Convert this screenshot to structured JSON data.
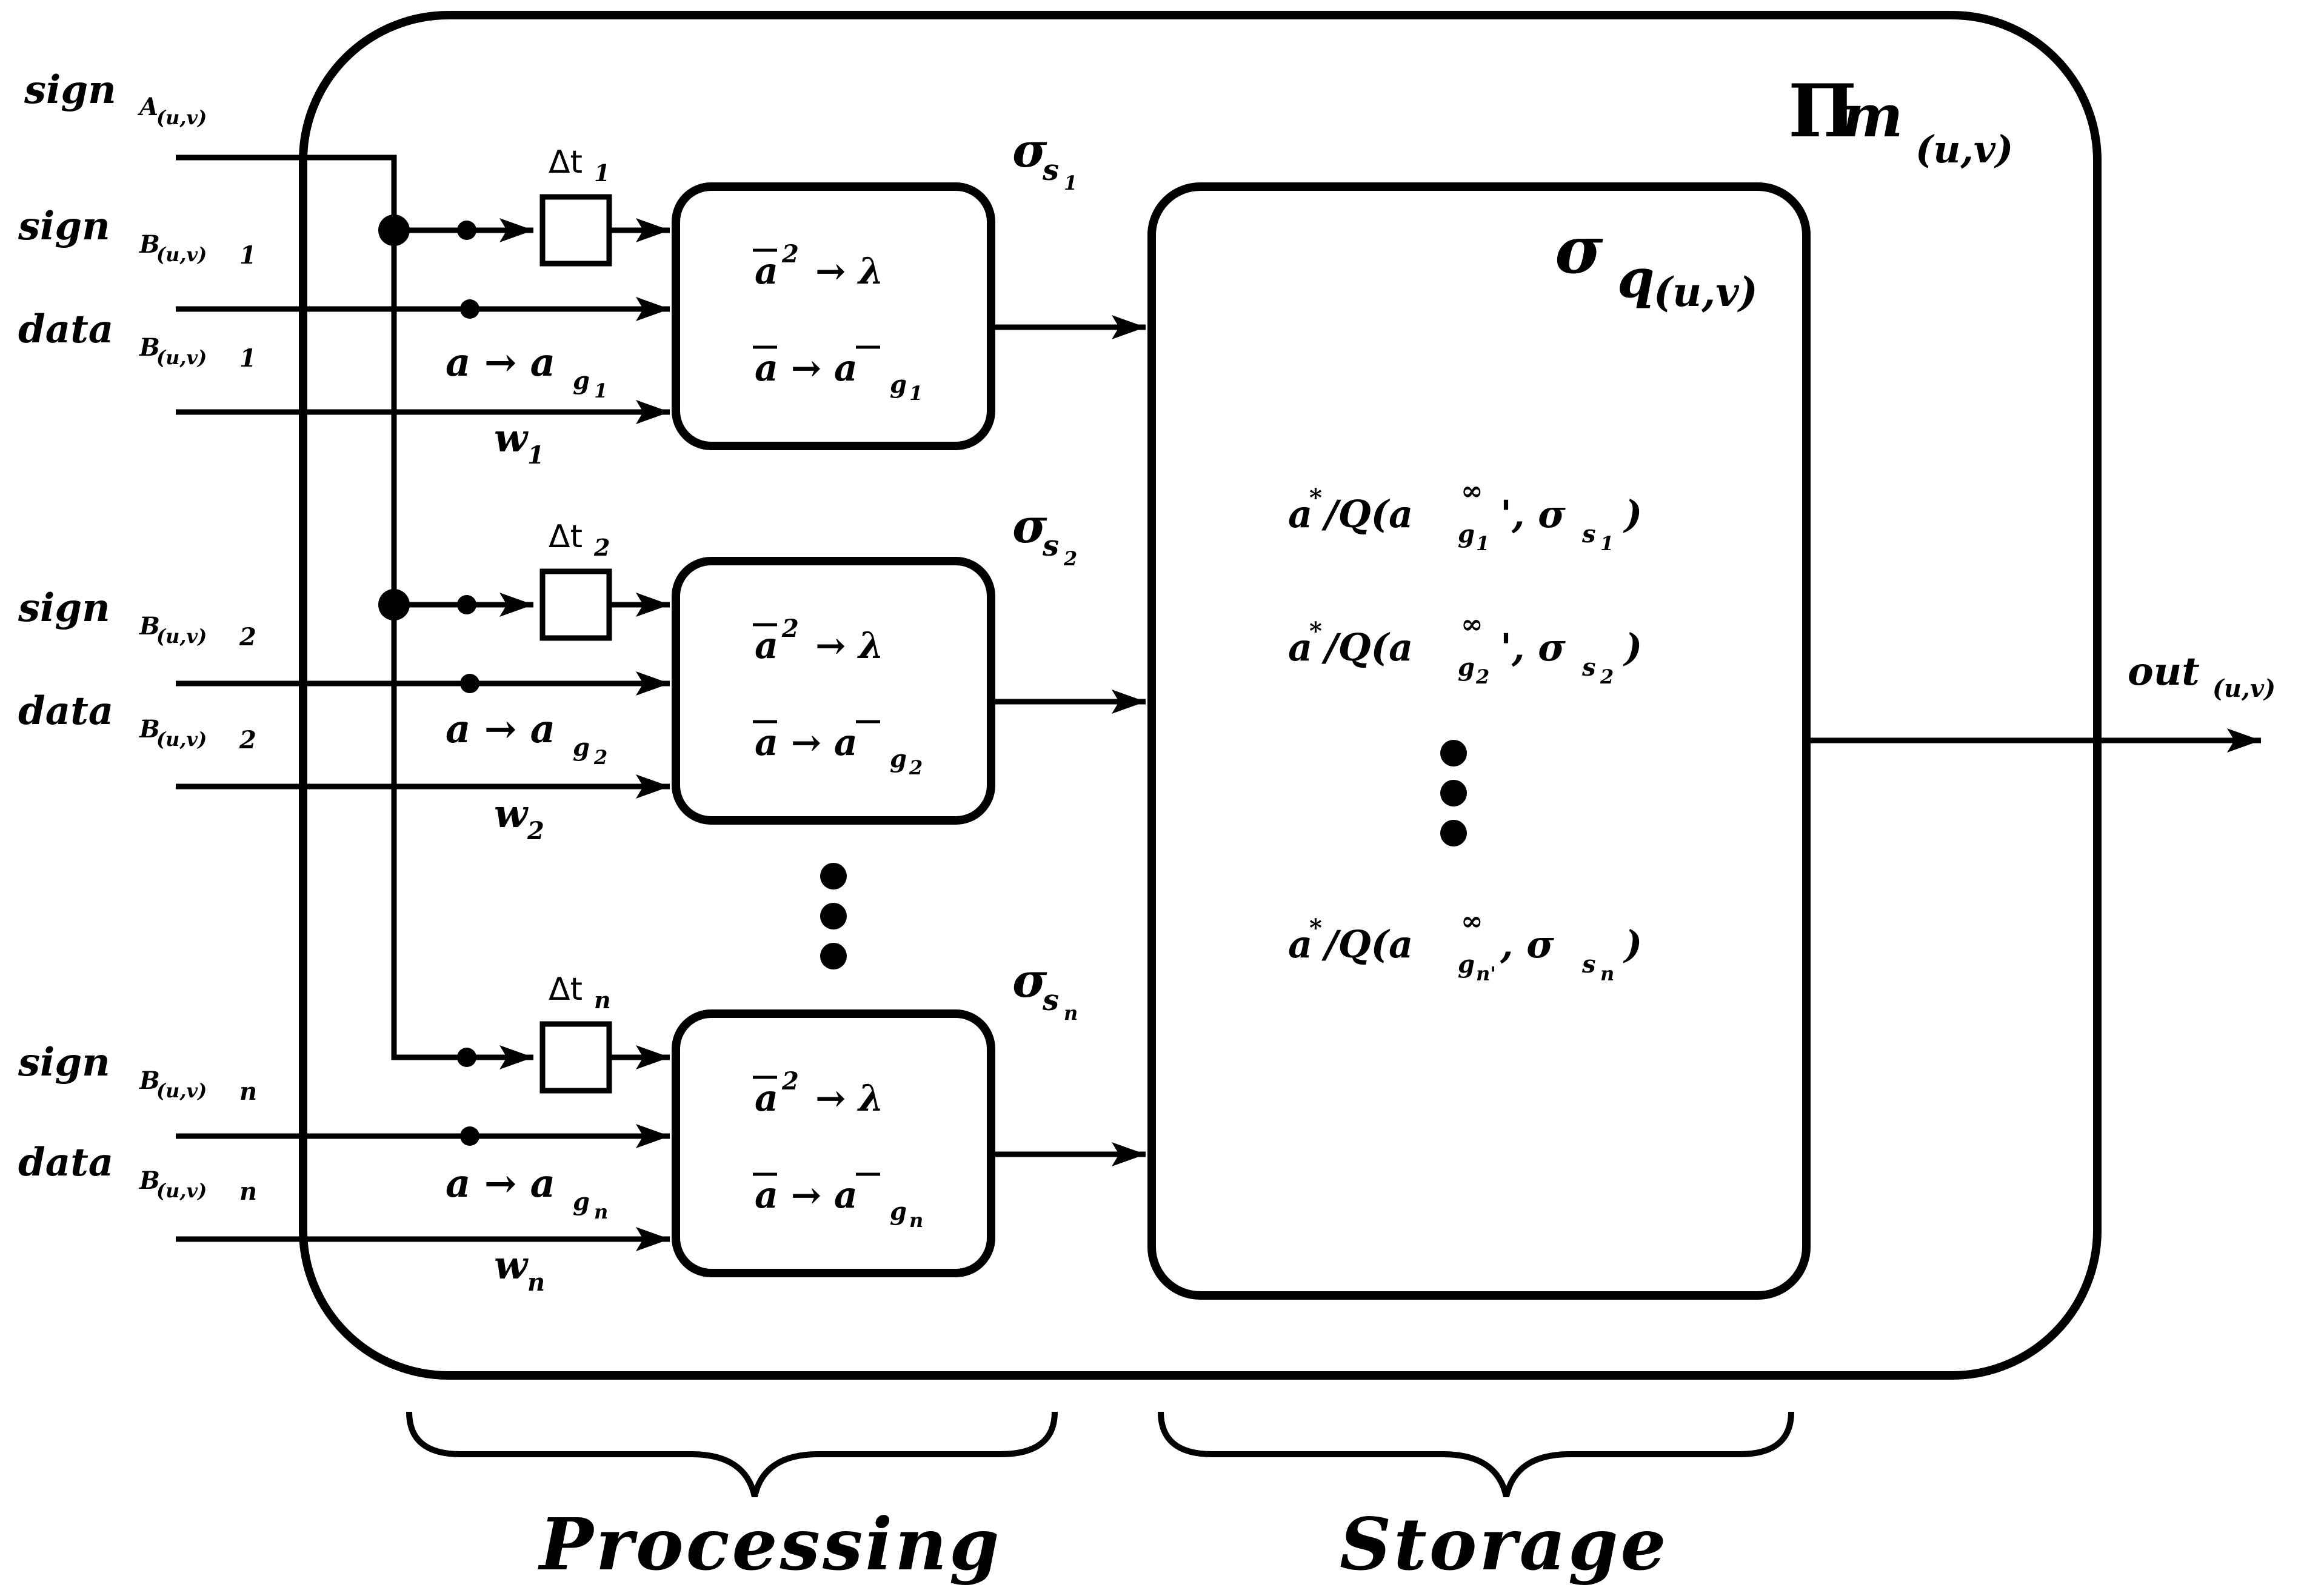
{
  "module": {
    "pi_symbol": "Π",
    "pi_var": "m",
    "pi_sub": "(u,v)"
  },
  "inputs": {
    "signA": {
      "base": "sign",
      "sub": "A",
      "subsub": "(u,v)"
    },
    "ch1": {
      "sign": {
        "base": "sign",
        "sub": "B",
        "subsub": "(u,v)",
        "idx": "1"
      },
      "data": {
        "base": "data",
        "sub": "B",
        "subsub": "(u,v)",
        "idx": "1"
      },
      "map": {
        "text": "a → a",
        "sub": "g",
        "idx": "1"
      },
      "weight": {
        "base": "w",
        "sub": "1"
      },
      "delay": {
        "base": "Δt",
        "sub": "1"
      },
      "sigma": {
        "base": "σ",
        "sub": "s",
        "idx": "1"
      },
      "eq1": {
        "text": "a",
        "sup": "2",
        "rest": "→ λ"
      },
      "eq2": {
        "text": "a → a",
        "sub": "g",
        "idx": "1"
      }
    },
    "ch2": {
      "sign": {
        "base": "sign",
        "sub": "B",
        "subsub": "(u,v)",
        "idx": "2"
      },
      "data": {
        "base": "data",
        "sub": "B",
        "subsub": "(u,v)",
        "idx": "2"
      },
      "map": {
        "text": "a → a",
        "sub": "g",
        "idx": "2"
      },
      "weight": {
        "base": "w",
        "sub": "2"
      },
      "delay": {
        "base": "Δt",
        "sub": "2"
      },
      "sigma": {
        "base": "σ",
        "sub": "s",
        "idx": "2"
      },
      "eq1": {
        "text": "a",
        "sup": "2",
        "rest": "→ λ"
      },
      "eq2": {
        "text": "a → a",
        "sub": "g",
        "idx": "2"
      }
    },
    "chn": {
      "sign": {
        "base": "sign",
        "sub": "B",
        "subsub": "(u,v)",
        "idx": "n"
      },
      "data": {
        "base": "data",
        "sub": "B",
        "subsub": "(u,v)",
        "idx": "n"
      },
      "map": {
        "text": "a → a",
        "sub": "g",
        "idx": "n"
      },
      "weight": {
        "base": "w",
        "sub": "n"
      },
      "delay": {
        "base": "Δt",
        "sub": "n"
      },
      "sigma": {
        "base": "σ",
        "sub": "s",
        "idx": "n"
      },
      "eq1": {
        "text": "a",
        "sup": "2",
        "rest": "→ λ"
      },
      "eq2": {
        "text": "a → a",
        "sub": "g",
        "idx": "n"
      }
    }
  },
  "storage": {
    "title": {
      "base": "σ",
      "sub": "q",
      "subsub": "(u,v)"
    },
    "entries": [
      {
        "lead": "a",
        "star": "*",
        "slash": "/Q(a",
        "inf": "∞",
        "g": "g",
        "gi": "1",
        "mid": "', σ",
        "s": "s",
        "si": "1",
        "close": ")"
      },
      {
        "lead": "a",
        "star": "*",
        "slash": "/Q(a",
        "inf": "∞",
        "g": "g",
        "gi": "2",
        "mid": "', σ",
        "s": "s",
        "si": "2",
        "close": ")"
      },
      {
        "lead": "a",
        "star": "*",
        "slash": "/Q(a",
        "inf": "∞",
        "g": "g",
        "gi": "n'",
        "mid": ", σ",
        "s": "s",
        "si": "n",
        "close": ")"
      }
    ]
  },
  "output": {
    "base": "out",
    "sub": "(u,v)"
  },
  "braces": {
    "left": "Processing",
    "right": "Storage"
  }
}
